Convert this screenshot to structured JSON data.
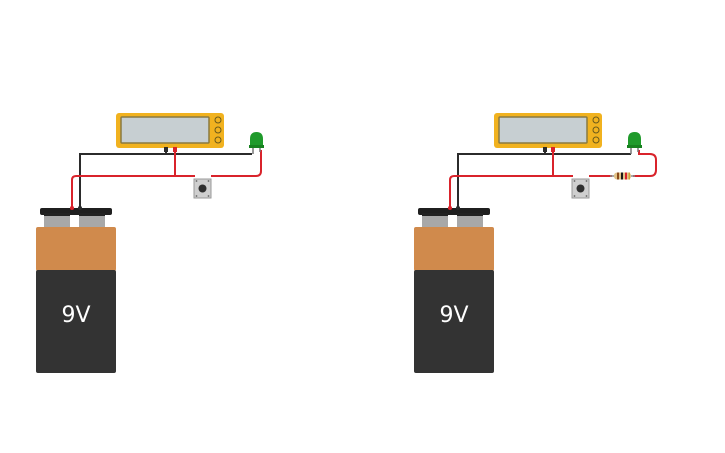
{
  "colors": {
    "background": "#ffffff",
    "wire_red": "#d9232b",
    "wire_black": "#2b2b2b",
    "multimeter_body": "#f1b21f",
    "multimeter_screen": "#c7cfd2",
    "battery_top": "#d08a4c",
    "battery_bottom": "#333333",
    "battery_cap": "#1f1f1f",
    "led_green": "#1f9a2b",
    "button_body": "#cfcfcf",
    "resistor_body": "#e2c48a"
  },
  "circuits": [
    {
      "battery": {
        "label": "9V"
      },
      "components": [
        "multimeter",
        "pushbutton",
        "green-led"
      ]
    },
    {
      "battery": {
        "label": "9V"
      },
      "components": [
        "multimeter",
        "pushbutton",
        "resistor",
        "green-led"
      ]
    }
  ]
}
